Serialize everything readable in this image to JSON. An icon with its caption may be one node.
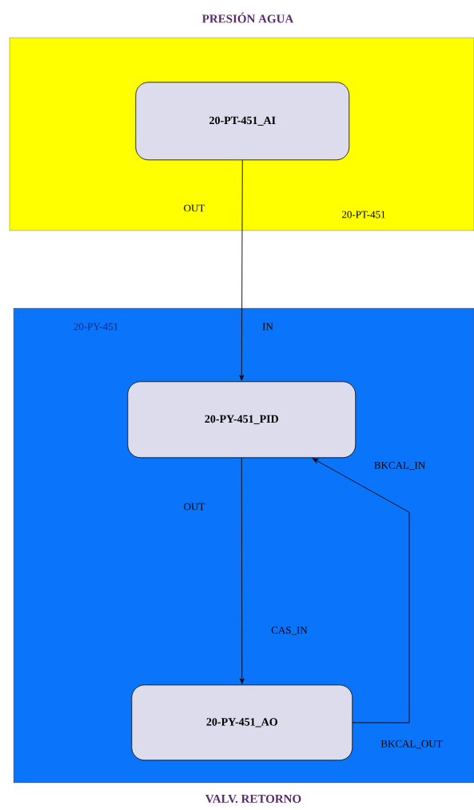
{
  "diagram": {
    "nodes": [
      {
        "text": [
          "PRESIÓN AGUA",
          "20-PT-451"
        ]
      },
      {
        "text": [
          "20-PT-451_AI"
        ],
        "in": 0
      },
      {
        "text": [
          "20-PY-451",
          "VALV. RETORNO"
        ]
      },
      {
        "text": [
          "20-PY-451_PID"
        ],
        "in": 2
      },
      {
        "text": [
          "20-PY-451_AO"
        ],
        "in": 2
      }
    ],
    "edges": [
      {
        "from": 1,
        "to": 3,
        "arrow": "to",
        "label": "OUT"
      },
      {
        "from": 3,
        "to": 4,
        "arrow": "to",
        "label": "OUT"
      },
      {
        "from": 4,
        "to": 3,
        "arrow": "to",
        "label": "BKCAL_OUT"
      }
    ],
    "labels": [
      "IN",
      "BKCAL_IN",
      "CAS_IN"
    ]
  }
}
